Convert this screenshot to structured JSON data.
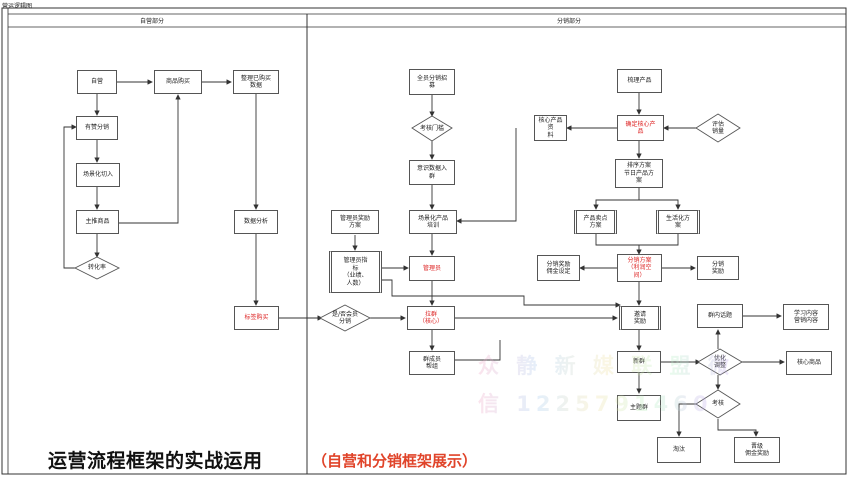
{
  "document": {
    "title": "营运逻辑图",
    "lanes": [
      {
        "id": "self",
        "title": "自营部分"
      },
      {
        "id": "dist",
        "title": "分销部分"
      }
    ]
  },
  "nodes": {
    "ziying": "自营",
    "shangpin_goumai": "商品购买",
    "youzan_fenxiao": "有赞分销",
    "changjing_qieru": "场景化切入",
    "zhutui_shangpin": "主推商品",
    "zhuanhualv": "转化率",
    "zhengli_goumai": "整理已购买\n数据",
    "shuju_fenxi": "数据分析",
    "bianmai_goumai": "标签购买",
    "quanyuan_fenxiao": "全员分销招\n募",
    "kaohe_menjian": "考核门槛",
    "shixi_shuju": "意识数据入\n群",
    "changjing_peixun": "场景化产品\n培训",
    "guanliyuan_jiangli": "管理员奖励\n方案",
    "guanliyuan_zhibiao": "管理员指\n标\n（业绩、\n人数）",
    "guanliyuan": "管理员",
    "lagun": "拉群\n（核心）",
    "shiyong_fenxiao": "是/否会员\n分销",
    "qunchengyuan": "群成员\n帮组",
    "shuli_chanpin": "梳理产品",
    "hexin_ziliao": "核心产品资\n料",
    "queding_hexin": "确定核心产\n品",
    "pinggu_xiaoliang": "评估\n销量",
    "paixu_fangan": "排序方案\n节日产品方\n案",
    "chanpin_xuanpin": "产品卖点\n方案",
    "shenghua_fangan": "生活化方\n案",
    "fenxiao_jiangli_set": "分销奖励\n佣金设定",
    "fenxiao_fangan": "分销方案\n（利润空\n间）",
    "fenxiao_jiangli": "分销\n奖励",
    "yaoqing_jiangli": "邀请\n奖励",
    "qunnei_huati": "群内话题",
    "xuexi_neirong": "学习内容\n营销内容",
    "youhua_tiaozheng": "优化\n调整",
    "hexin_shangpin": "核心商品",
    "xinqun": "新群",
    "zhuqunzhu": "主题群",
    "kaohe": "考核",
    "taotai": "淘汰",
    "jinji_jiangli": "晋级\n佣金奖励"
  },
  "caption": {
    "main": "运营流程框架的实战运用",
    "sub": "（自营和分销框架展示）"
  },
  "watermark": {
    "line1": "众 静 新 媒 联 盟 微",
    "line2": "信 1225791460"
  },
  "colors": {
    "line": "#333333",
    "highlight": "#dd2222",
    "caption_sub": "#e0442a"
  }
}
